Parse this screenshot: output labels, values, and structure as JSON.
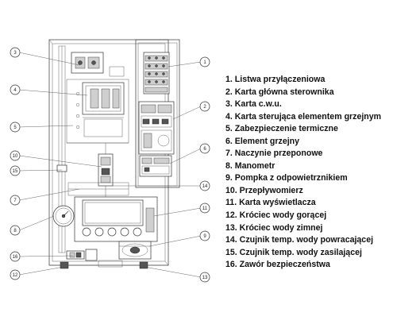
{
  "callouts": [
    {
      "number": "1"
    },
    {
      "number": "2"
    },
    {
      "number": "3"
    },
    {
      "number": "4"
    },
    {
      "number": "5"
    },
    {
      "number": "6"
    },
    {
      "number": "7"
    },
    {
      "number": "8"
    },
    {
      "number": "9"
    },
    {
      "number": "10"
    },
    {
      "number": "11"
    },
    {
      "number": "12"
    },
    {
      "number": "13"
    },
    {
      "number": "14"
    },
    {
      "number": "15"
    },
    {
      "number": "16"
    }
  ],
  "legend": [
    "1. Listwa przyłączeniowa",
    "2. Karta główna sterownika",
    "3. Karta c.w.u.",
    "4. Karta sterująca elementem grzejnym",
    "5. Zabezpieczenie termiczne",
    "6. Element grzejny",
    "7. Naczynie przeponowe",
    "8. Manometr",
    "9. Pompka z odpowietrznikiem",
    "10. Przepływomierz",
    "11. Karta wyświetlacza",
    "12. Króciec wody gorącej",
    "13. Króciec wody zimnej",
    "14. Czujnik temp. wody powracającej",
    "15. Czujnik temp. wody zasilającej",
    "16. Zawór bezpieczeństwa"
  ]
}
